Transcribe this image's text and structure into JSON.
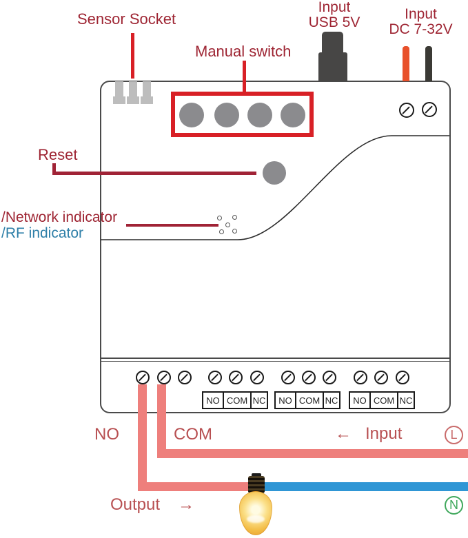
{
  "colors": {
    "label-red": "#9e2533",
    "line-bright-red": "#d82026",
    "line-dark-red": "#a02336",
    "rf-blue": "#2e7fa8",
    "bottom-red": "#b85052",
    "wire-red": "#ee7f7c",
    "wire-blue": "#2f96d5",
    "wire-orange": "#e8512b",
    "wire-black": "#3b3a35",
    "button-gray": "#8b8b8e",
    "socket-gray": "#bdbdbd",
    "usb-dark": "#474645",
    "device-outline": "#4a4a4a",
    "l-red": "#c96b6b",
    "n-green": "#3fa85c"
  },
  "callouts": {
    "sensor_socket": "Sensor Socket",
    "manual_switch": "Manual switch",
    "input_usb": {
      "line1": "Input",
      "line2": "USB 5V"
    },
    "input_dc": {
      "line1": "Input",
      "line2": "DC 7-32V"
    },
    "reset": "Reset",
    "network_indicator": "/Network indicator",
    "rf_indicator": "/RF indicator"
  },
  "terminals": {
    "rows": [
      {
        "labels": [
          "NO",
          "COM",
          "NC"
        ]
      },
      {
        "labels": [
          "NO",
          "COM",
          "NC"
        ]
      },
      {
        "labels": [
          "NO",
          "COM",
          "NC"
        ]
      }
    ]
  },
  "wiring": {
    "no_label": "NO",
    "com_label": "COM",
    "input_arrow": "←",
    "input_label": "Input",
    "output_label": "Output",
    "output_arrow": "→",
    "line_terminal": "L",
    "neutral_terminal": "N"
  }
}
